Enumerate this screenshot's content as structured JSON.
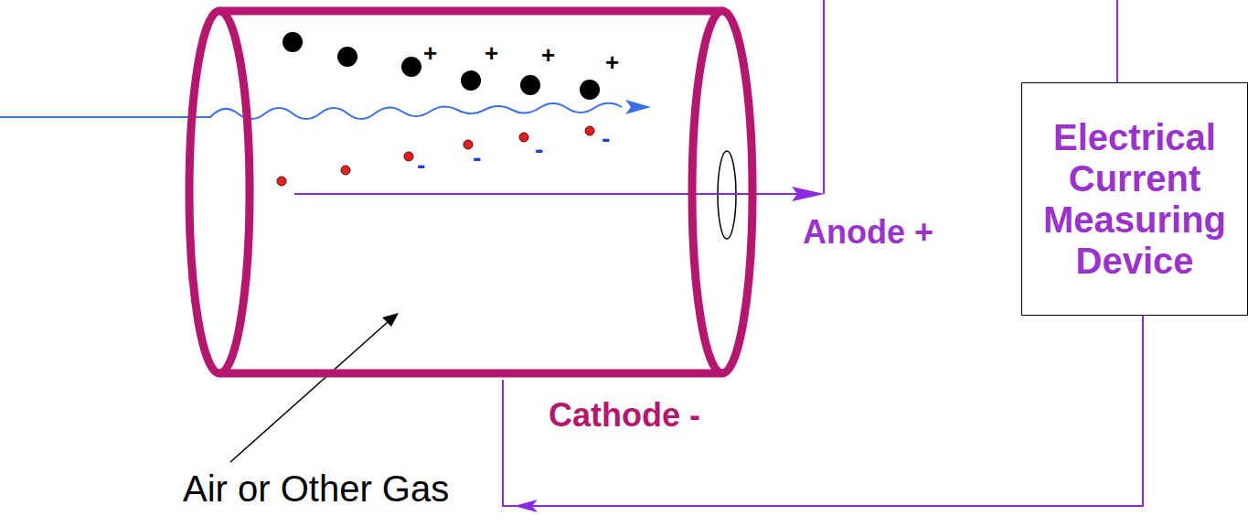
{
  "diagram": {
    "nodes": [
      {
        "text": [
          "Cathode -"
        ]
      },
      {
        "text": [
          "Electrical Current Measuring Device"
        ]
      }
    ],
    "edges": [
      {
        "from": 1,
        "to": 0,
        "arrow": "to"
      }
    ],
    "labels": [
      "Anode +",
      "Air or Other Gas",
      "+",
      "+",
      "+",
      "+",
      "-",
      "-",
      "-",
      "-"
    ]
  }
}
